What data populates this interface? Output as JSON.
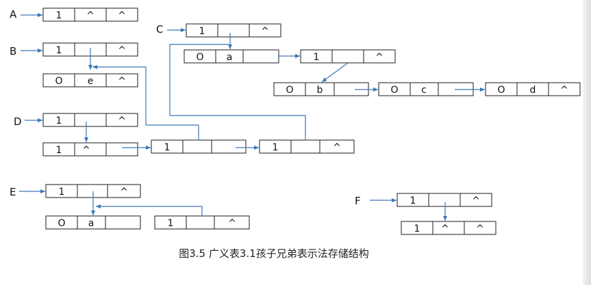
{
  "caption": "图3.5 广义表3.1孩子兄弟表示法存储结构",
  "labels": {
    "A": "A",
    "B": "B",
    "C": "C",
    "D": "D",
    "E": "E",
    "F": "F"
  },
  "nodes": {
    "A": [
      "1",
      "^",
      "^"
    ],
    "B": [
      "1",
      "",
      "^"
    ],
    "B2": [
      "O",
      "e",
      "^"
    ],
    "C": [
      "1",
      "",
      "^"
    ],
    "C1": [
      "O",
      "a",
      ""
    ],
    "C2": [
      "1",
      "",
      "^"
    ],
    "C3": [
      "O",
      "b",
      ""
    ],
    "C4": [
      "O",
      "c",
      ""
    ],
    "C5": [
      "O",
      "d",
      "^"
    ],
    "D": [
      "1",
      "",
      "^"
    ],
    "D2": [
      "1",
      "^",
      ""
    ],
    "D3": [
      "1",
      "",
      ""
    ],
    "D4": [
      "1",
      "",
      "^"
    ],
    "E": [
      "1",
      "",
      "^"
    ],
    "E2": [
      "O",
      "a",
      ""
    ],
    "E3": [
      "1",
      "",
      "^"
    ],
    "F": [
      "1",
      "",
      "^"
    ],
    "F2": [
      "1",
      "^",
      "^"
    ]
  },
  "colors": {
    "line": "#3a76b8",
    "box": "#1a1a1a",
    "text": "#111111"
  }
}
